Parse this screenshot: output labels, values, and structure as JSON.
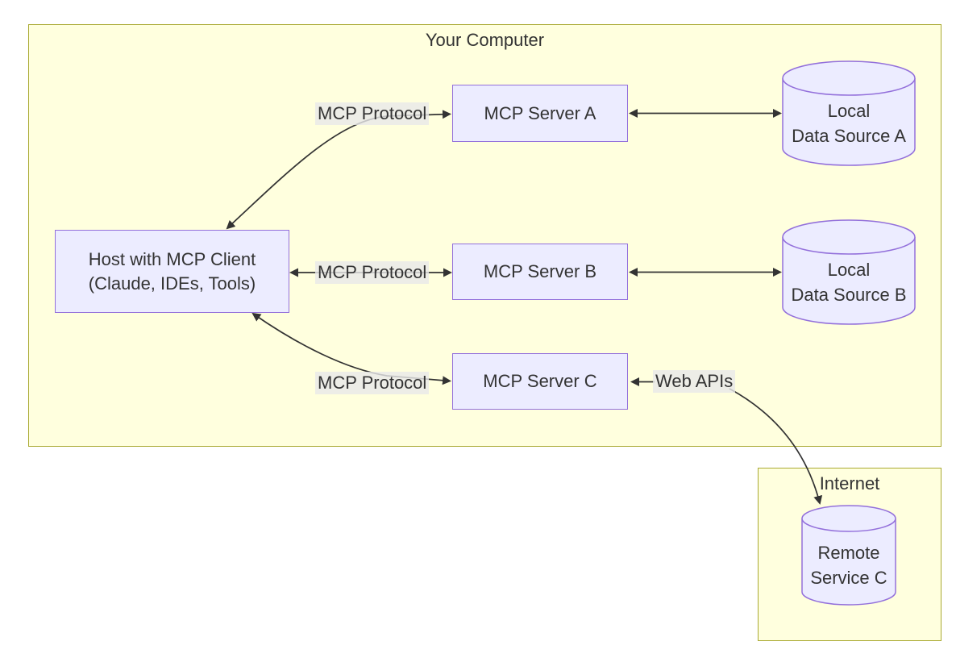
{
  "clusters": {
    "your_computer": {
      "title": "Your Computer"
    },
    "internet": {
      "title": "Internet"
    }
  },
  "nodes": {
    "host": {
      "line1": "Host with MCP Client",
      "line2": "(Claude, IDEs, Tools)"
    },
    "server_a": {
      "label": "MCP Server A"
    },
    "server_b": {
      "label": "MCP Server B"
    },
    "server_c": {
      "label": "MCP Server C"
    },
    "data_source_a": {
      "line1": "Local",
      "line2": "Data Source A"
    },
    "data_source_b": {
      "line1": "Local",
      "line2": "Data Source B"
    },
    "remote_service_c": {
      "line1": "Remote",
      "line2": "Service C"
    }
  },
  "edges": {
    "host_server_a": {
      "label": "MCP Protocol",
      "bidirectional": true
    },
    "host_server_b": {
      "label": "MCP Protocol",
      "bidirectional": true
    },
    "host_server_c": {
      "label": "MCP Protocol",
      "bidirectional": true
    },
    "server_a_data_source_a": {
      "bidirectional": true
    },
    "server_b_data_source_b": {
      "bidirectional": true
    },
    "server_c_remote_service": {
      "label": "Web APIs",
      "bidirectional": true
    }
  },
  "colors": {
    "background": "#ffffff",
    "cluster_fill": "#ffffde",
    "cluster_border": "#aaaa33",
    "node_fill": "#ececff",
    "node_border": "#9370db",
    "edge_stroke": "#333333",
    "edge_label_bg": "#e8e8e8",
    "text": "#333333"
  }
}
